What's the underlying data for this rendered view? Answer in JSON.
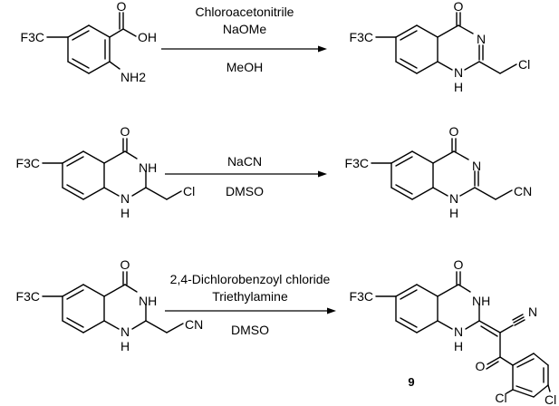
{
  "reactions": [
    {
      "above": [
        "Chloroacetonitrile",
        "NaOMe"
      ],
      "below": "MeOH"
    },
    {
      "above": [
        "NaCN"
      ],
      "below": "DMSO"
    },
    {
      "above": [
        "2,4-Dichlorobenzoyl chloride",
        "Triethylamine"
      ],
      "below": "DMSO"
    }
  ],
  "compound_label": "9",
  "atom_labels": {
    "cf3": "F3C",
    "oh": "OH",
    "nh2": "NH2",
    "o": "O",
    "n": "N",
    "nh": "NH",
    "hn": "H",
    "cl": "Cl",
    "cn": "CN",
    "nitrile_n": "N"
  }
}
